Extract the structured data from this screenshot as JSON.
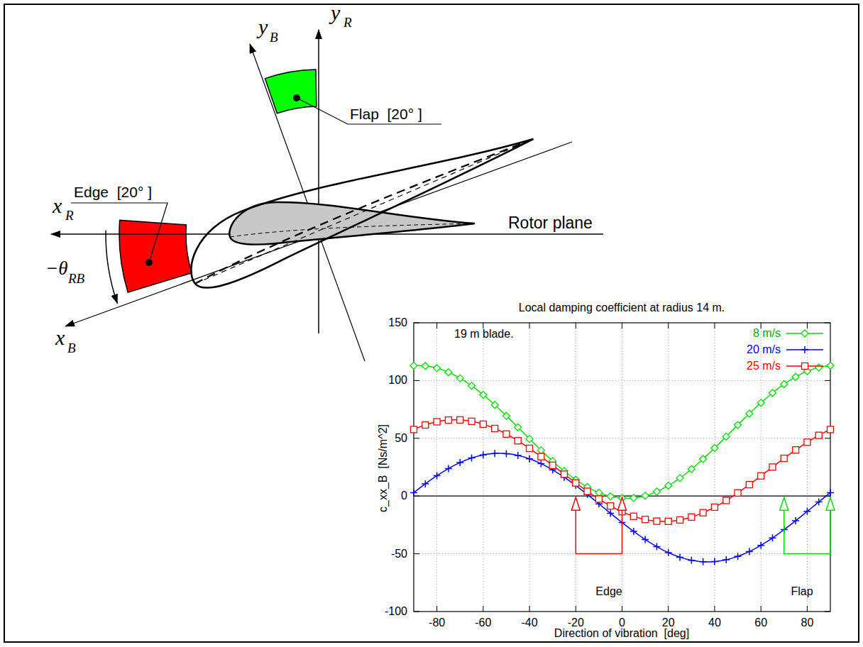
{
  "diagram": {
    "labels": [
      "x",
      "R",
      "y",
      "B",
      "y",
      "R",
      "x",
      "B",
      "−θ",
      "RB",
      "Flap  [20° ]",
      "Edge  [20° ]",
      "Rotor plane",
      "Local damping coefficient at radius 14 m.",
      "19 m blade.",
      "150",
      "100",
      "50",
      "0",
      "-50",
      "-100",
      "-80",
      "-60",
      "-40",
      "-20",
      "0",
      "20",
      "40",
      "60",
      "80",
      "c_xx_B  [Ns/m^2]",
      "Direction of vibration  [deg]",
      "Edge",
      "Flap"
    ],
    "legend": [
      {
        "text": "8 m/s"
      },
      {
        "text": "20 m/s"
      },
      {
        "text": "25 m/s"
      }
    ]
  }
}
